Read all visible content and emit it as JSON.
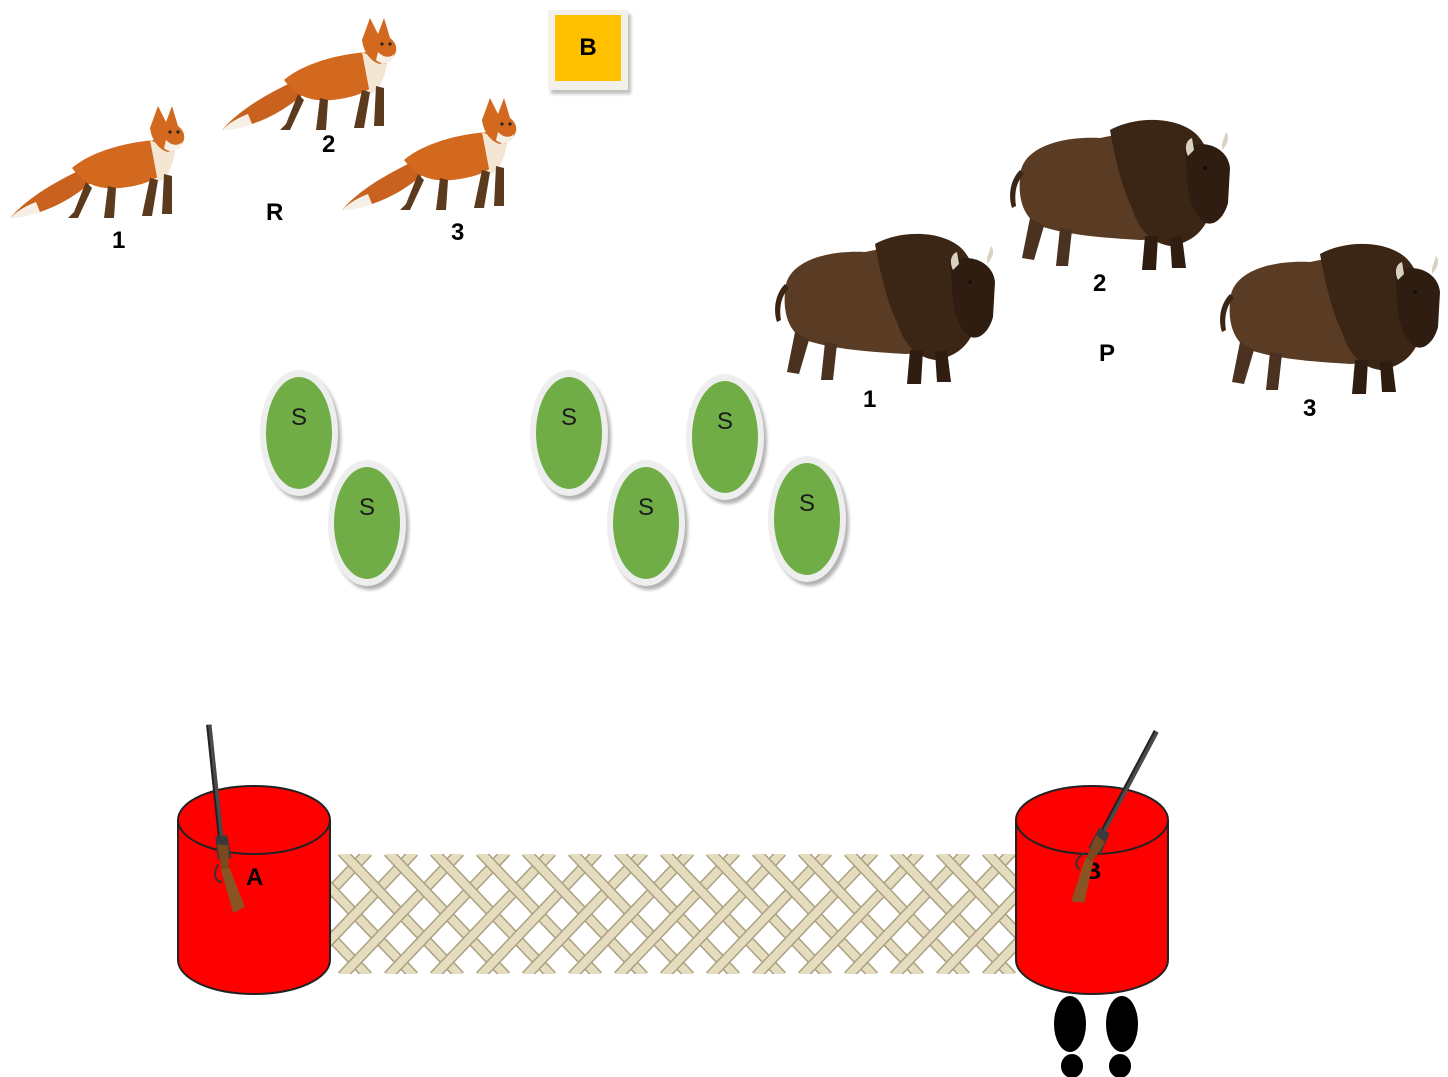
{
  "badge": {
    "label": "B",
    "color": "#ffc000"
  },
  "foxes": {
    "group_label": "R",
    "items": [
      {
        "label": "1"
      },
      {
        "label": "2"
      },
      {
        "label": "3"
      }
    ]
  },
  "bisons": {
    "group_label": "P",
    "items": [
      {
        "label": "1"
      },
      {
        "label": "2"
      },
      {
        "label": "3"
      }
    ]
  },
  "seeds": [
    {
      "label": "S"
    },
    {
      "label": "S"
    },
    {
      "label": "S"
    },
    {
      "label": "S"
    },
    {
      "label": "S"
    },
    {
      "label": "S"
    }
  ],
  "towers": [
    {
      "label": "A",
      "color": "#ff0000"
    },
    {
      "label": "B",
      "color": "#ff0000"
    }
  ],
  "icons": [
    "fox-icon",
    "bison-icon",
    "rifle-icon",
    "footprints-icon",
    "lattice-fence"
  ]
}
